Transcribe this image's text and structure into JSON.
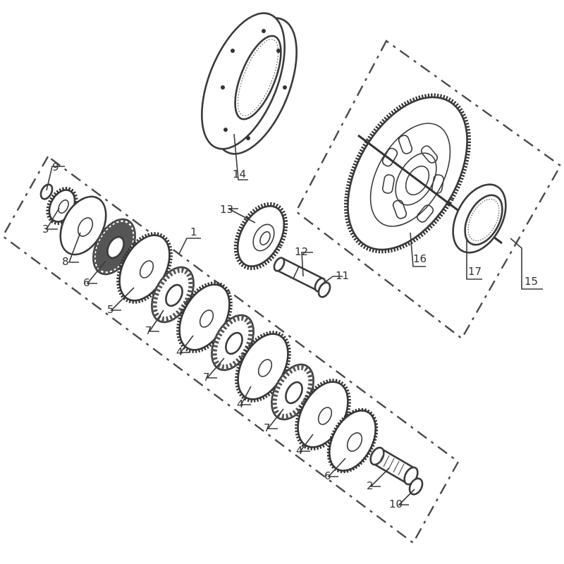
{
  "diagram": {
    "callouts": {
      "c1": "1",
      "c2": "2",
      "c3": "3",
      "c4a": "4",
      "c4b": "4",
      "c4c": "4",
      "c5": "5",
      "c6a": "6",
      "c6b": "6",
      "c7a": "7",
      "c7b": "7",
      "c7c": "7",
      "c8": "8",
      "c9": "9",
      "c10": "10",
      "c11": "11",
      "c12": "12",
      "c13": "13",
      "c14": "14",
      "c15": "15",
      "c16": "16",
      "c17": "17"
    }
  }
}
